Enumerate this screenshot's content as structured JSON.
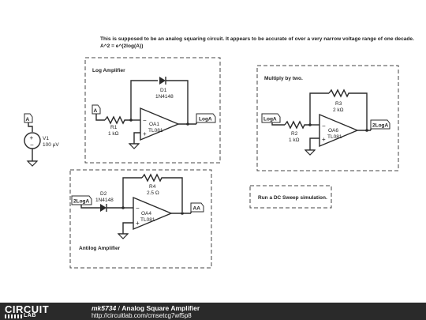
{
  "note": {
    "line1": "This is supposed to be an analog squaring circuit. It appears to be accurate of over a very narrow voltage range of one decade.",
    "line2": "A^2 = e^(2log(A))"
  },
  "log_block": {
    "title": "Log Amplifier",
    "input_tag": "A",
    "output_tag": "LogA",
    "d1_name": "D1",
    "d1_part": "1N4148",
    "r1_name": "R1",
    "r1_value": "1 kΩ",
    "op_name": "OA1",
    "op_part": "TL081"
  },
  "multiply_block": {
    "title": "Multiply by two.",
    "input_tag": "LogA",
    "output_tag": "2LogA",
    "r3_name": "R3",
    "r3_value": "2 kΩ",
    "r2_name": "R2",
    "r2_value": "1 kΩ",
    "op_name": "OA6",
    "op_part": "TL081"
  },
  "antilog_block": {
    "title": "Antilog Amplifier",
    "input_tag": "2LogA",
    "output_tag": "AA",
    "d2_name": "D2",
    "d2_part": "1N4148",
    "r4_name": "R4",
    "r4_value": "2.5 Ω",
    "op_name": "OA4",
    "op_part": "TL081"
  },
  "source": {
    "tag": "A",
    "name": "V1",
    "value": "100 µV"
  },
  "sim_note": "Run a DC Sweep simulation.",
  "footer": {
    "logo_top": "CIRCUIT",
    "logo_bottom": "LAB",
    "author": "mk5734",
    "separator": " / ",
    "title": "Analog Square Amplifier",
    "url": "http://circuitlab.com/cmsetcg7wf5p8"
  }
}
